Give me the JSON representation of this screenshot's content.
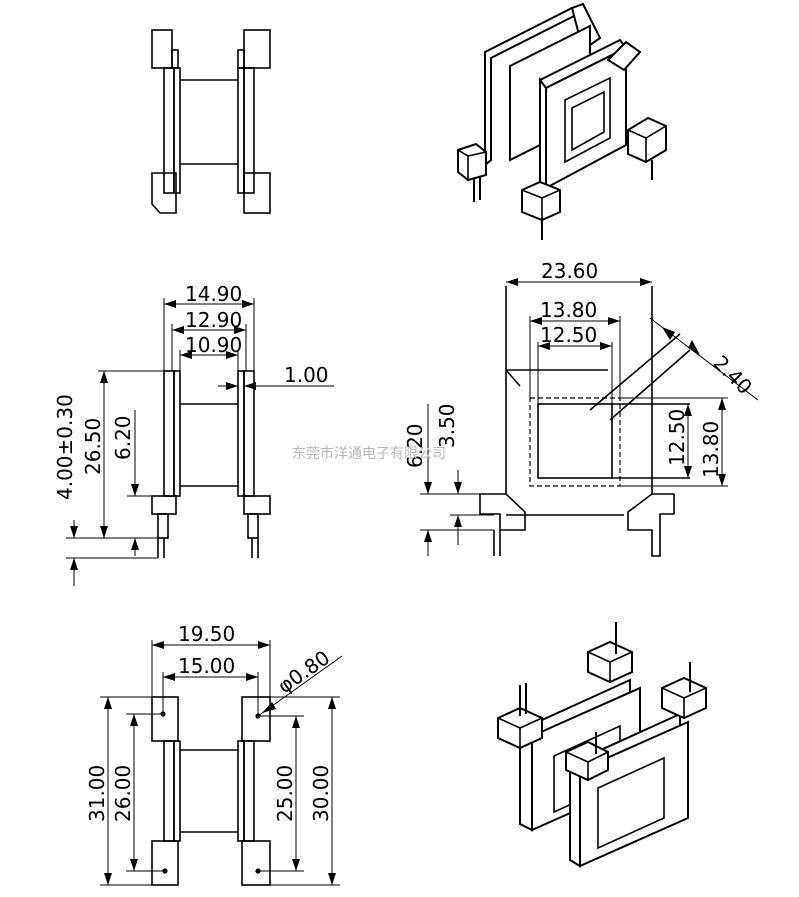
{
  "watermark": "东莞市洋通电子有限公司",
  "front_view": {
    "dims": {
      "w_outer": "14.90",
      "w_mid": "12.90",
      "w_inner": "10.90",
      "flange_t": "1.00",
      "pin_len": "4.00±0.30",
      "height": "26.50",
      "base_h": "6.20"
    }
  },
  "side_view": {
    "dims": {
      "width": "23.60",
      "win_outer": "13.80",
      "win_inner": "12.50",
      "chamfer": "2.40",
      "base_h": "6.20",
      "step_h": "3.50",
      "win_h_inner": "12.50",
      "win_h_outer": "13.80"
    }
  },
  "bottom_view": {
    "dims": {
      "w_outer": "19.50",
      "w_inner": "15.00",
      "pin_dia": "φ0.80",
      "len_outer": "31.00",
      "len_inner": "26.00",
      "pitch_inner": "25.00",
      "pitch_outer": "30.00"
    }
  }
}
